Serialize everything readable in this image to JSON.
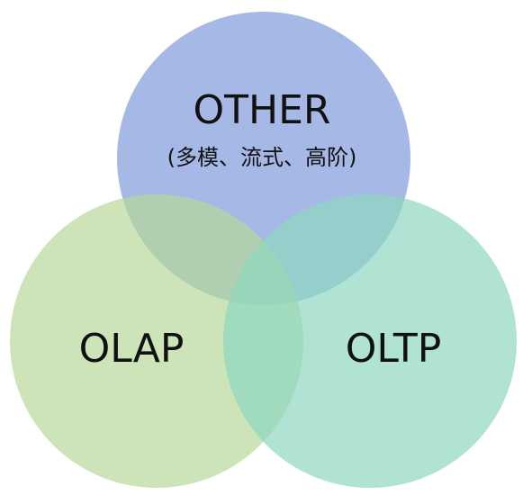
{
  "diagram": {
    "sets": [
      {
        "id": "other",
        "label": "OTHER",
        "sublabel": "(多模、流式、高阶)",
        "color": "#8da4de"
      },
      {
        "id": "olap",
        "label": "OLAP",
        "color": "#b6d99a"
      },
      {
        "id": "oltp",
        "label": "OLTP",
        "color": "#8fd7c1"
      }
    ]
  }
}
